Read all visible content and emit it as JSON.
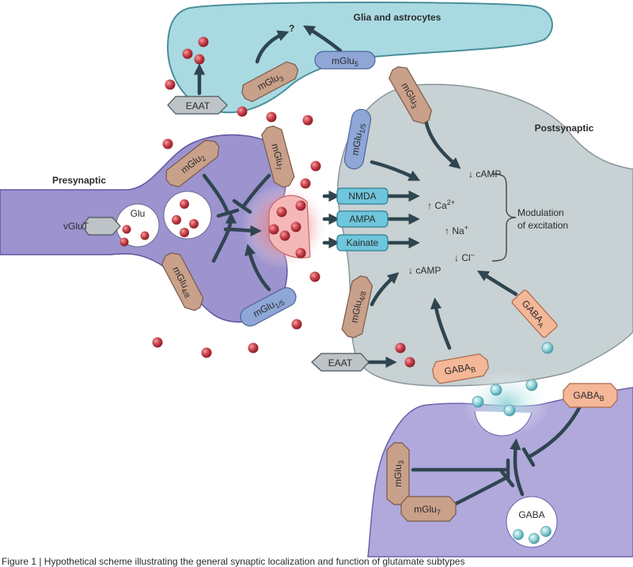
{
  "regions": {
    "glia": "Glia and astrocytes",
    "presynaptic": "Presynaptic",
    "postsynaptic": "Postsynaptic"
  },
  "receptors": {
    "glia_mglu5": {
      "base": "mGlu",
      "sub": "5"
    },
    "glia_mglu3": {
      "base": "mGlu",
      "sub": "3"
    },
    "glia_eaat": "EAAT",
    "pre_mglu2": {
      "base": "mGlu",
      "sub": "2"
    },
    "pre_mglu7": {
      "base": "mGlu",
      "sub": "7"
    },
    "pre_mglu48": {
      "base": "mGlu",
      "sub": "4/8"
    },
    "pre_mglu15": {
      "base": "mGlu",
      "sub": "1/5"
    },
    "vglut": "vGluT",
    "glu": "Glu",
    "post_mglu3": {
      "base": "mGlu",
      "sub": "3"
    },
    "post_mglu15": {
      "base": "mGlu",
      "sub": "1/5"
    },
    "nmda": "NMDA",
    "ampa": "AMPA",
    "kainate": "Kainate",
    "post_mglu48": {
      "base": "mGlu",
      "sub": "4/8"
    },
    "post_eaat": "EAAT",
    "gaba_b_post": {
      "base": "GABA",
      "sub": "B"
    },
    "gaba_a": {
      "base": "GABA",
      "sub": "A"
    },
    "gaba_b_term": {
      "base": "GABA",
      "sub": "B"
    },
    "term_mglu3": {
      "base": "mGlu",
      "sub": "3"
    },
    "term_mglu7": {
      "base": "mGlu",
      "sub": "7"
    },
    "gaba": "GABA"
  },
  "effects": {
    "camp_top": "↓ cAMP",
    "ca": {
      "base": "↑ Ca",
      "sup": "2+"
    },
    "na": {
      "base": "↑ Na",
      "sup": "+"
    },
    "cl": {
      "base": "↓ Cl",
      "sup": "–"
    },
    "camp_bottom": "↓ cAMP",
    "question": "?"
  },
  "modulation": {
    "line1": "Modulation",
    "line2": "of excitation"
  },
  "caption": "Figure 1 | Hypothetical scheme illustrating the general synaptic localization and function of glutamate subtypes"
}
